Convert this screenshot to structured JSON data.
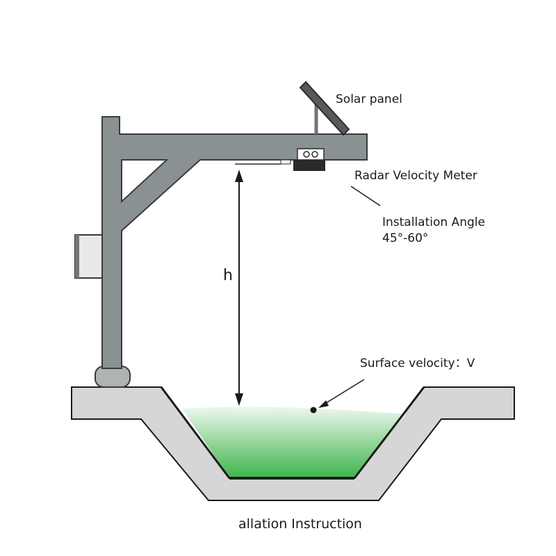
{
  "labels": {
    "solar_panel": "Solar panel",
    "radar_meter": "Radar Velocity Meter",
    "angle_line1": "Installation Angle",
    "angle_line2": "45°-60°",
    "height": "h",
    "surface_velocity": "Surface velocity：V",
    "caption": "allation Instruction"
  },
  "colors": {
    "frame": "#8a9192",
    "frame_outline": "#3a3a3a",
    "channel_fill": "#d6d6d6",
    "water_top": "#eef7ee",
    "water_bottom": "#3cb54a",
    "line": "#1a1a1a"
  }
}
